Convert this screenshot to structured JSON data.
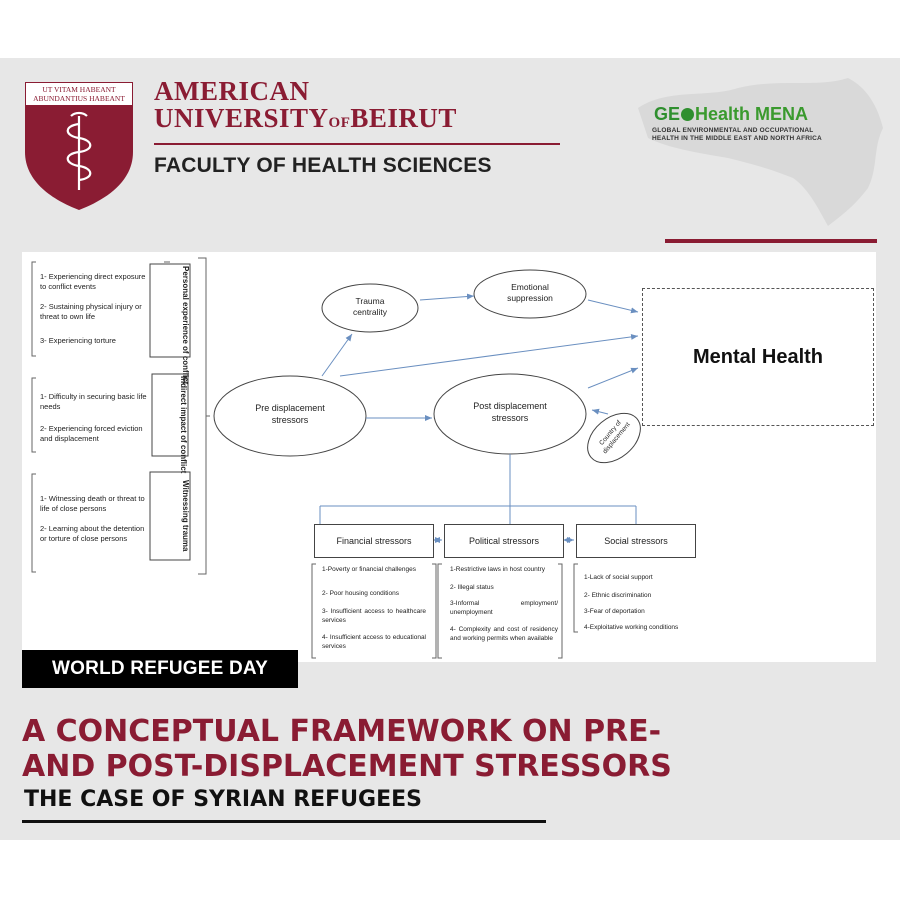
{
  "header": {
    "motto_line1": "UT VITAM HABEANT",
    "motto_line2": "ABUNDANTIUS HABEANT",
    "aub_line1": "AMERICAN",
    "aub_line2a": "UNIVERSITY",
    "aub_line2b": "OF",
    "aub_line2c": "BEIRUT",
    "faculty": "FACULTY OF HEALTH SCIENCES",
    "geo_logo_a": "GE",
    "geo_logo_b": "Health MENA",
    "geo_sub1": "GLOBAL ENVIRONMENTAL AND OCCUPATIONAL",
    "geo_sub2": "HEALTH IN THE MIDDLE EAST AND NORTH AFRICA",
    "brand_color": "#8a1c33"
  },
  "diagram": {
    "groups": [
      {
        "label": "Personal experience of conflict",
        "items": [
          "1- Experiencing direct exposure to conflict events",
          "2- Sustaining physical injury or threat to own life",
          "3- Experiencing torture"
        ]
      },
      {
        "label": "Indirect impact of conflict",
        "items": [
          "1- Difficulty in securing basic life needs",
          "2- Experiencing forced eviction and displacement"
        ]
      },
      {
        "label": "Witnessing trauma",
        "items": [
          "1- Witnessing death or threat to life of close persons",
          "2- Learning about the detention or torture of close persons"
        ]
      }
    ],
    "nodes": {
      "pre": "Pre displacement stressors",
      "post": "Post displacement stressors",
      "trauma": "Trauma centrality",
      "emotional": "Emotional suppression",
      "country": "Country of displacement",
      "mental_health": "Mental Health"
    },
    "stressors": [
      {
        "label": "Financial stressors",
        "items": [
          "1-Poverty or financial challenges",
          "2- Poor housing conditions",
          "3- Insufficient access to healthcare services",
          "4- Insufficient access to educational services"
        ]
      },
      {
        "label": "Political stressors",
        "items": [
          "1-Restrictive laws in host country",
          "2- Illegal status",
          "3-Informal employment/ unemployment",
          "4- Complexity and cost of residency and working permits when available"
        ]
      },
      {
        "label": "Social stressors",
        "items": [
          "1-Lack of social support",
          "2- Ethnic discrimination",
          "3-Fear of deportation",
          "4-Exploitative working conditions"
        ]
      }
    ]
  },
  "banner": {
    "tag": "WORLD REFUGEE DAY",
    "title_line1": "A CONCEPTUAL FRAMEWORK ON PRE-",
    "title_line2": "AND POST-DISPLACEMENT STRESSORS",
    "subtitle": "THE CASE OF SYRIAN REFUGEES"
  }
}
